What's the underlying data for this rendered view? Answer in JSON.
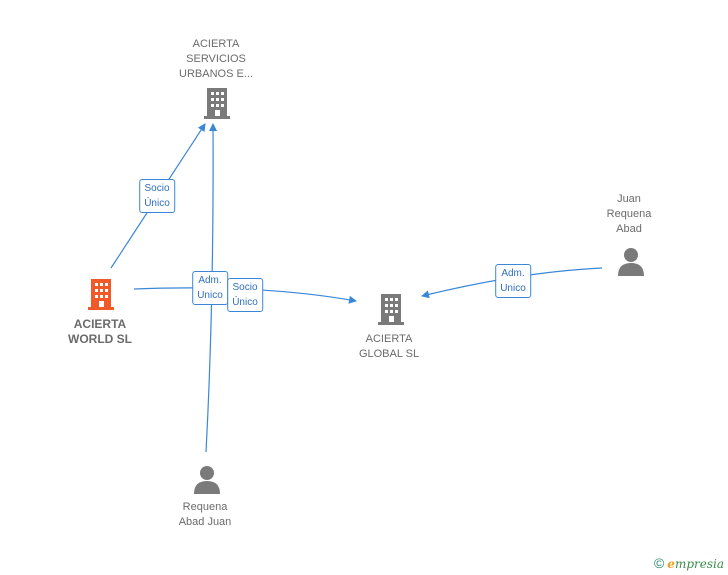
{
  "nodes": {
    "servicios": {
      "label": "ACIERTA\nSERVICIOS\nURBANOS E...",
      "color": "#7a7a7a"
    },
    "world": {
      "label": "ACIERTA\nWORLD SL",
      "color": "#f05a28"
    },
    "global": {
      "label": "ACIERTA\nGLOBAL SL",
      "color": "#7a7a7a"
    },
    "juan": {
      "label": "Juan\nRequena\nAbad",
      "color": "#7a7a7a"
    },
    "requena": {
      "label": "Requena\nAbad Juan",
      "color": "#7a7a7a"
    }
  },
  "edges": {
    "world_servicios": "Socio\nÚnico",
    "requena_servicios": "Adm.\nUnico",
    "world_global": "Socio\nÚnico",
    "juan_global": "Adm.\nUnico"
  },
  "colors": {
    "edge": "#3a87d8"
  },
  "footer": {
    "copyright": "©",
    "brand_initial": "e",
    "brand_rest": "mpresia"
  }
}
